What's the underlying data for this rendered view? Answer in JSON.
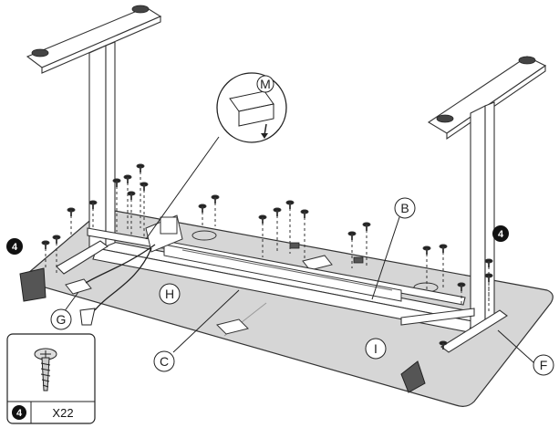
{
  "callouts": {
    "M": "M",
    "B": "B",
    "H": "H",
    "I": "I",
    "G": "G",
    "C": "C",
    "F": "F"
  },
  "step_number": "4",
  "legend": {
    "step_number": "4",
    "quantity": "X22"
  },
  "colors": {
    "tabletop": "#d6d6d6",
    "step_badge": "#111111",
    "line": "#222222"
  }
}
